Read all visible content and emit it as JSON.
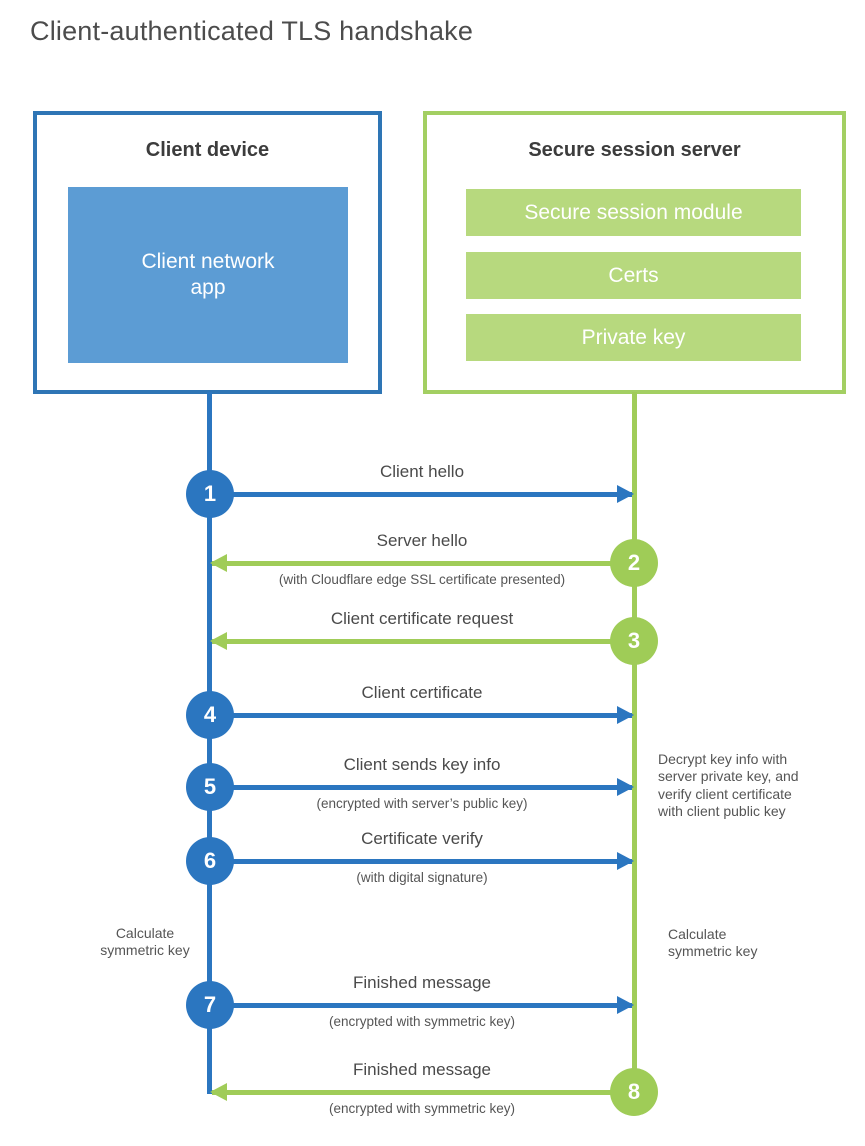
{
  "page": {
    "title": "Client-authenticated TLS handshake"
  },
  "client": {
    "title": "Client device",
    "app_label": "Client network\napp"
  },
  "server": {
    "title": "Secure session server",
    "modules": [
      "Secure session module",
      "Certs",
      "Private key"
    ]
  },
  "flow": {
    "messages": [
      {
        "step": "1",
        "from": "client",
        "to": "server",
        "label": "Client hello",
        "note": ""
      },
      {
        "step": "2",
        "from": "server",
        "to": "client",
        "label": "Server hello",
        "note": "(with Cloudflare edge SSL certificate presented)"
      },
      {
        "step": "3",
        "from": "server",
        "to": "client",
        "label": "Client certificate request",
        "note": ""
      },
      {
        "step": "4",
        "from": "client",
        "to": "server",
        "label": "Client certificate",
        "note": ""
      },
      {
        "step": "5",
        "from": "client",
        "to": "server",
        "label": "Client sends key info",
        "note": "(encrypted with server’s public key)"
      },
      {
        "step": "6",
        "from": "client",
        "to": "server",
        "label": "Certificate verify",
        "note": "(with digital signature)"
      },
      {
        "step": "7",
        "from": "client",
        "to": "server",
        "label": "Finished message",
        "note": "(encrypted with symmetric key)"
      },
      {
        "step": "8",
        "from": "server",
        "to": "client",
        "label": "Finished message",
        "note": "(encrypted with symmetric key)"
      }
    ],
    "annotations": {
      "decrypt_note": "Decrypt key info with\nserver private key, and\nverify client certificate\nwith client public key",
      "calc_left": "Calculate\nsymmetric key",
      "calc_right": "Calculate\nsymmetric key"
    }
  },
  "colors": {
    "blue_line": "#2b76c0",
    "blue_border": "#2e75b5",
    "blue_fill": "#5c9cd4",
    "green_line": "#a0cc58",
    "green_border": "#a3cf62",
    "green_fill": "#b7d97e"
  }
}
